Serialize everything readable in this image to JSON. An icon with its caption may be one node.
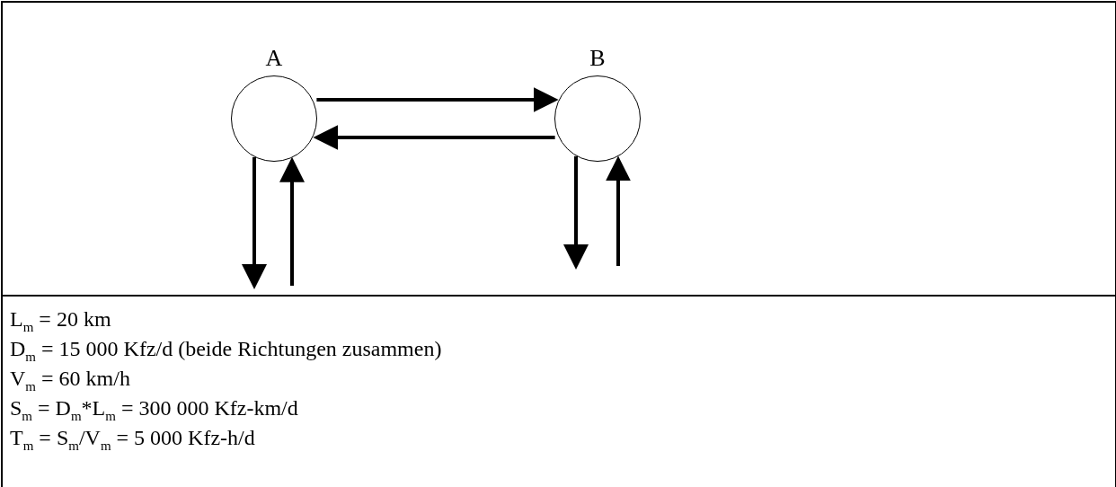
{
  "diagram": {
    "nodes": [
      {
        "text": [
          "A"
        ]
      },
      {
        "text": [
          "B"
        ]
      }
    ],
    "edges": [
      {
        "from": 0,
        "to": 1,
        "arrow": "to"
      },
      {
        "from": 1,
        "to": 0,
        "arrow": "to"
      },
      {
        "from": 0,
        "to": null,
        "arrow": "to"
      },
      {
        "from": null,
        "to": 0,
        "arrow": "to"
      },
      {
        "from": 1,
        "to": null,
        "arrow": "to"
      },
      {
        "from": null,
        "to": 1,
        "arrow": "to"
      }
    ],
    "labels": [
      "L$_{m}$ = 20 km",
      "D$_{m}$ = 15 000 Kfz/d (beide Richtungen zusammen)",
      "V$_{m}$ = 60 km/h",
      "S$_{m}$ = D$_{m}$*L$_{m}$ = 300 000 Kfz-km/d",
      "T$_{m}$ = S$_{m}$/V$_{m}$ = 5 000 Kfz-h/d"
    ]
  }
}
